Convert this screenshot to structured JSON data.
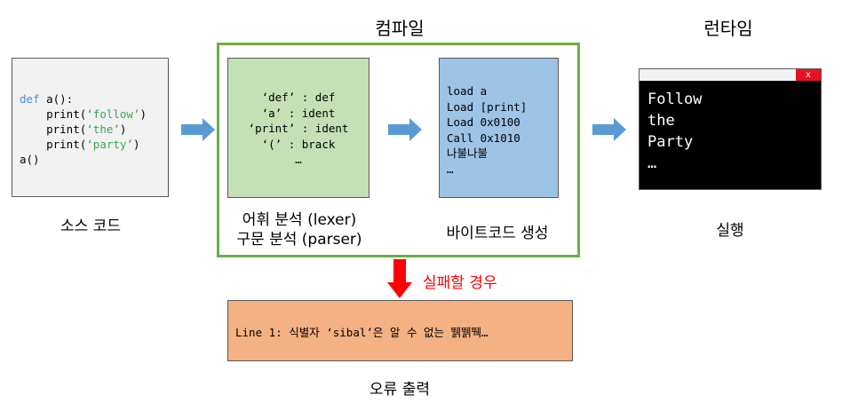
{
  "headings": {
    "compile": "컴파일",
    "runtime": "런타임"
  },
  "source": {
    "caption": "소스 코드",
    "lines": [
      {
        "kw": "def",
        "rest": " a():"
      },
      {
        "pre": "    print(",
        "str": "‘follow’",
        "post": ")"
      },
      {
        "pre": "    print(",
        "str": "‘the’",
        "post": ")"
      },
      {
        "pre": "    print(",
        "str": "‘party’",
        "post": ")"
      },
      {
        "pre": "a()"
      }
    ]
  },
  "lexer": {
    "lines": [
      "‘def’ : def",
      "‘a’ : ident",
      "‘print’ : ident",
      "‘(’ : brack",
      "…"
    ],
    "caption_line1": "어휘 분석 (lexer)",
    "caption_line2": "구문 분석 (parser)"
  },
  "bytecode": {
    "lines": [
      "load a",
      "Load [print]",
      "Load 0x0100",
      "Call 0x1010",
      "나불나불",
      "…"
    ],
    "caption": "바이트코드 생성"
  },
  "runtime_window": {
    "close_glyph": "x",
    "output_lines": [
      "Follow",
      "the",
      "Party",
      "…"
    ],
    "caption": "실행"
  },
  "error": {
    "fail_label": "실패할 경우",
    "message": "Line 1: 식별자 ‘sibal’은 알 수 없는 뛝뛝뛕…",
    "caption": "오류 출력"
  },
  "colors": {
    "arrow_blue": "#5b9bd5",
    "arrow_red": "#ff0000",
    "frame_green": "#6ab04c",
    "lexer_fill": "#c5e0b4",
    "bytecode_fill": "#9dc3e6",
    "error_fill": "#f4b183",
    "source_fill": "#f2f2f2"
  }
}
